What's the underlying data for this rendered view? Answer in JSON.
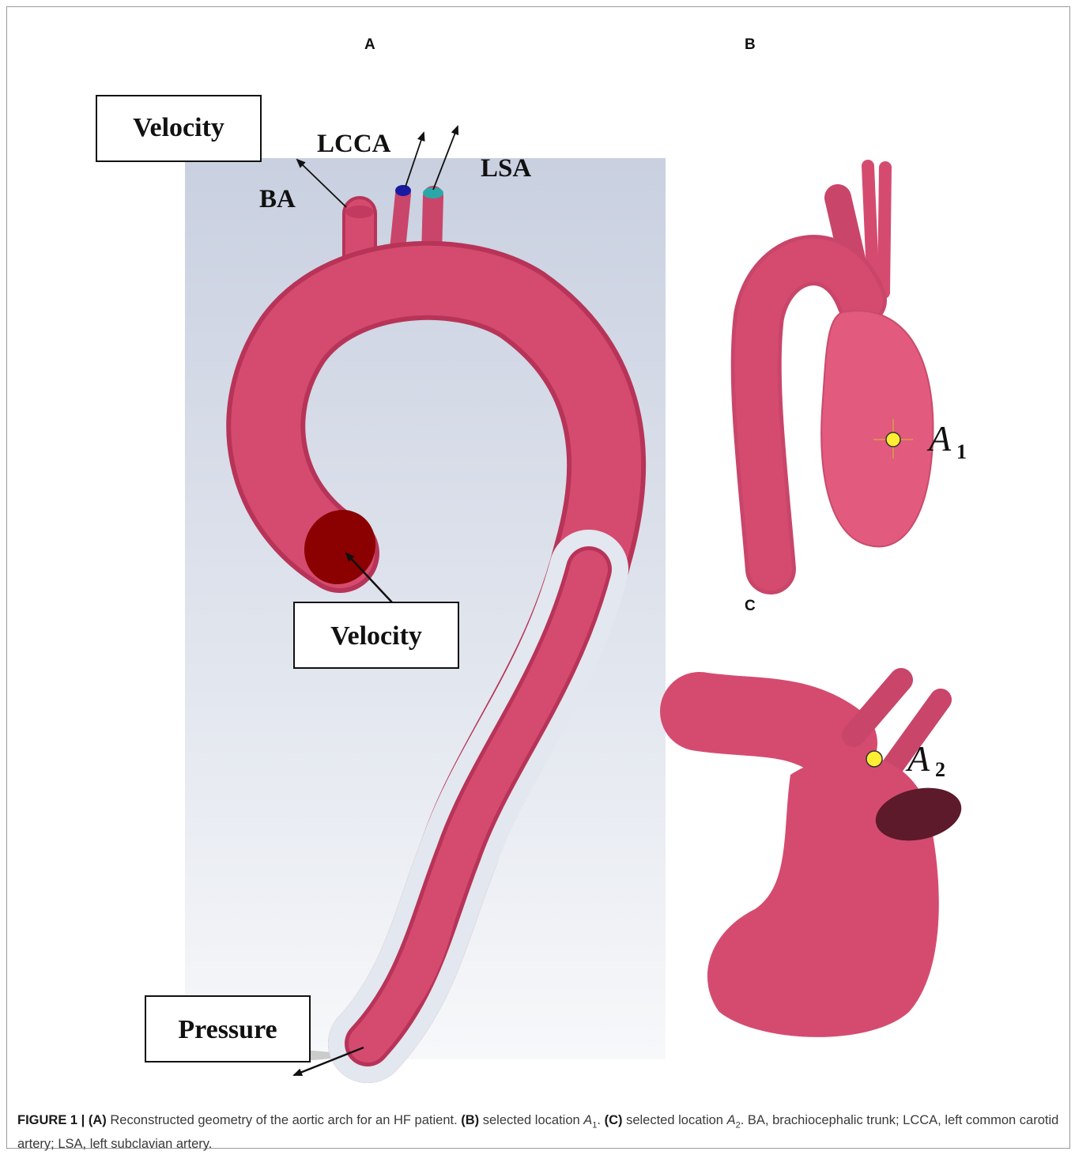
{
  "panels": {
    "a_letter": "A",
    "b_letter": "B",
    "c_letter": "C"
  },
  "labels": {
    "velocity_top": "Velocity",
    "velocity_mid": "Velocity",
    "pressure": "Pressure",
    "ba": "BA",
    "lcca": "LCCA",
    "lsa": "LSA",
    "a1_letter": "A",
    "a1_sub": "1",
    "a2_letter": "A",
    "a2_sub": "2"
  },
  "caption": {
    "figure_label": "FIGURE 1 |",
    "a_tag": "(A)",
    "a_text": " Reconstructed geometry of the aortic arch for an HF patient. ",
    "b_tag": "(B)",
    "b_text_pre": " selected location ",
    "b_loc": "A",
    "b_sub": "1",
    "b_text_post": ". ",
    "c_tag": "(C)",
    "c_text_pre": " selected location ",
    "c_loc": "A",
    "c_sub": "2",
    "c_text_post": ". BA, brachiocephalic trunk; LCCA, left common carotid artery; LSA, left subclavian artery."
  },
  "colors": {
    "vessel": "#d54b6f",
    "vessel_dark": "#b73458",
    "inlet": "#8b0000",
    "lcca_outlet": "#1a1aa0",
    "lsa_outlet": "#2aa8a8",
    "background_top": "#cbd2e2",
    "marker": "#ffee33"
  }
}
